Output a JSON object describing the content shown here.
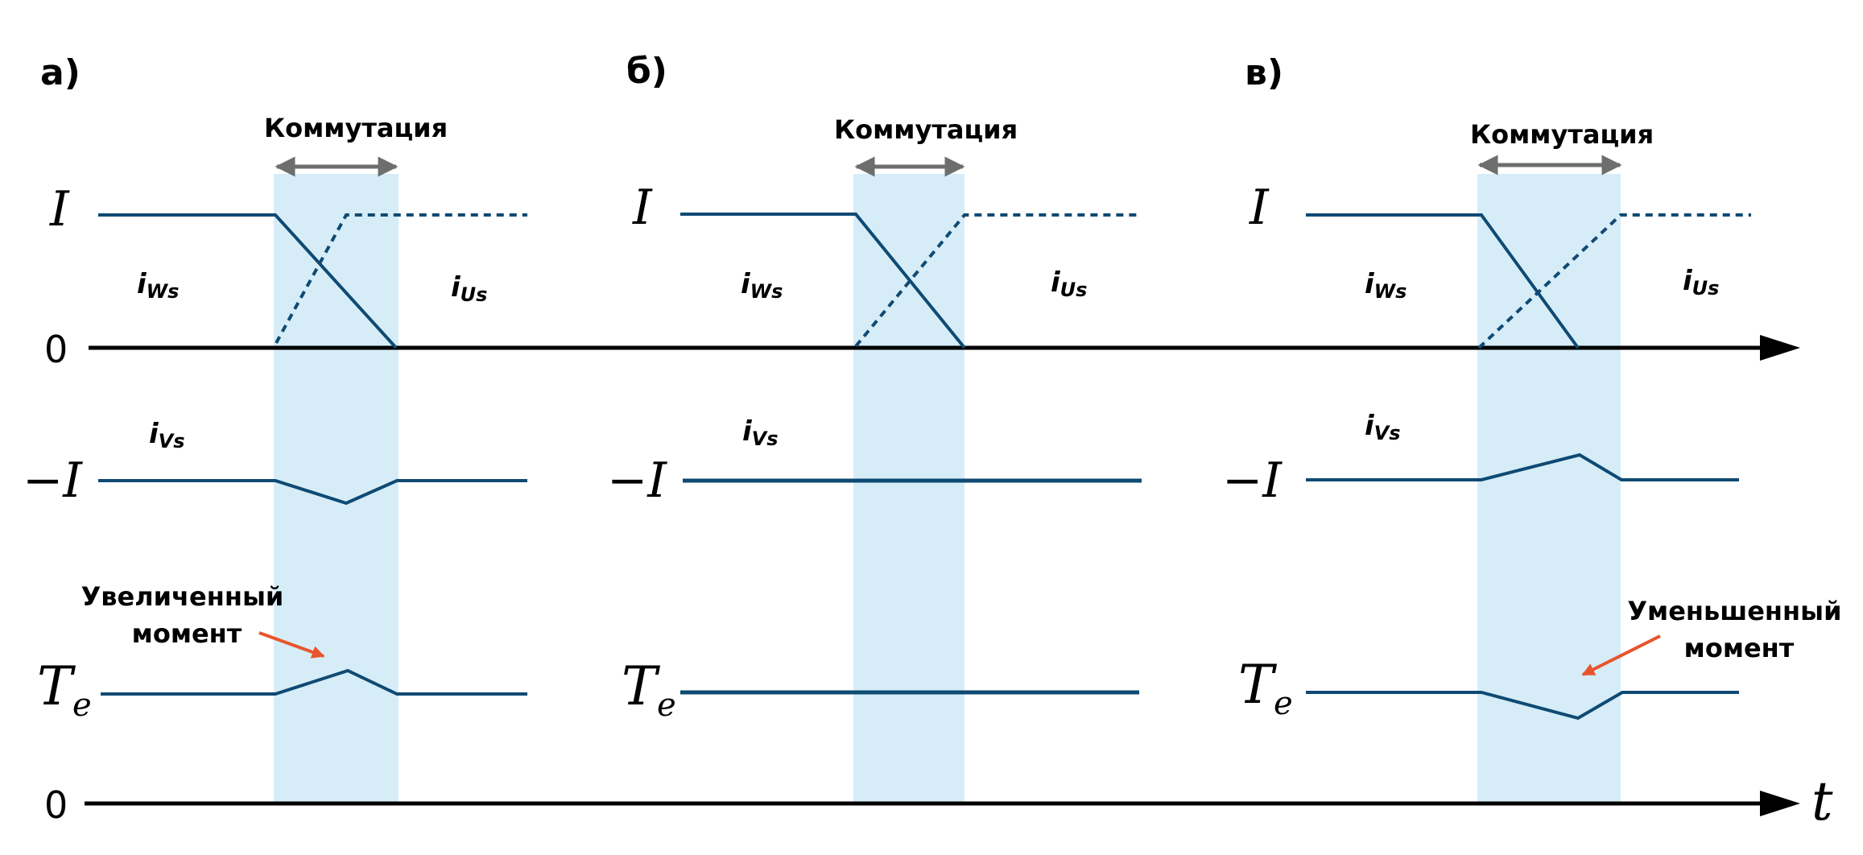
{
  "panels": [
    {
      "label": "а)",
      "commutation": "Коммутация",
      "note": [
        "Увеличенный",
        "момент"
      ]
    },
    {
      "label": "б)",
      "commutation": "Коммутация",
      "note": []
    },
    {
      "label": "в)",
      "commutation": "Коммутация",
      "note": [
        "Уменьшенный",
        "момент"
      ]
    }
  ],
  "axis_labels": {
    "current_pos": "I",
    "current_neg": "−I",
    "torque": "T",
    "torque_sub": "e",
    "zero": "0",
    "time": "t"
  },
  "currents": {
    "w": {
      "main": "i",
      "sub": "Ws"
    },
    "u": {
      "main": "i",
      "sub": "Us"
    },
    "v": {
      "main": "i",
      "sub": "Vs"
    }
  },
  "colors": {
    "signal": "#0f4a73",
    "commutation_band": "#d6edf8",
    "arrow_note": "#e8552d",
    "span_arrow": "#6e6e6e",
    "axis": "#000000"
  }
}
